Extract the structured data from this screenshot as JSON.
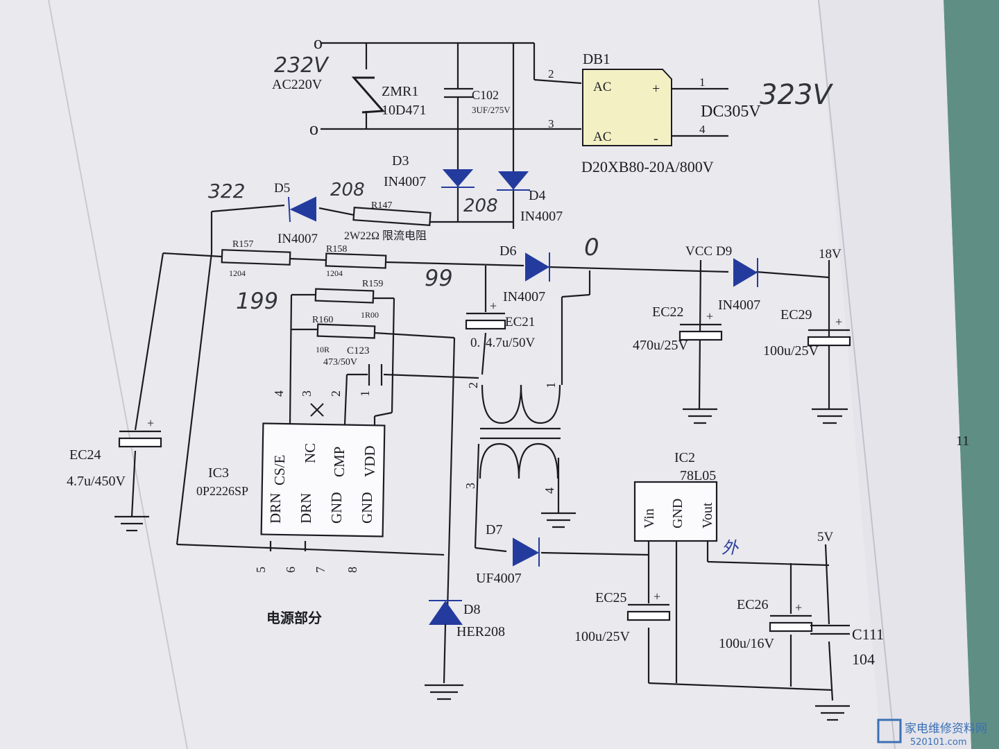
{
  "annotations": {
    "ac_voltage": "232V",
    "dc_voltage": "323V",
    "n322": "322",
    "n208a": "208",
    "n208b": "208",
    "n199": "199",
    "n99": "99",
    "n0": "0",
    "ic2_out": "外"
  },
  "input": {
    "label": "AC220V"
  },
  "zmr1": {
    "ref": "ZMR1",
    "value": "10D471"
  },
  "c102": {
    "ref": "C102",
    "value": "3UF/275V"
  },
  "db1": {
    "ref": "DB1",
    "pin1": "1",
    "pin2": "2",
    "pin3": "3",
    "pin4": "4",
    "ac_top": "AC",
    "ac_bottom": "AC",
    "plus": "+",
    "minus": "-",
    "part": "D20XB80-20A/800V",
    "output": "DC305V"
  },
  "d3": {
    "ref": "D3",
    "value": "IN4007"
  },
  "d4": {
    "ref": "D4",
    "value": "IN4007"
  },
  "d5": {
    "ref": "D5",
    "value": "IN4007"
  },
  "r147": {
    "ref": "R147",
    "value": "2W22Ω 限流电阻"
  },
  "r157": {
    "ref": "R157",
    "value": "1204"
  },
  "r158": {
    "ref": "R158",
    "value": "1204"
  },
  "r159": {
    "ref": "R159",
    "value": "1R00"
  },
  "r160": {
    "ref": "R160",
    "value": "10R"
  },
  "c123": {
    "ref": "C123",
    "value": "473/50V"
  },
  "d6": {
    "ref": "D6",
    "value": "IN4007"
  },
  "ec21": {
    "ref": "EC21",
    "value": "4.7u/50V",
    "prefix": "0."
  },
  "vcc": "VCC",
  "d9": {
    "ref": "D9",
    "value": "IN4007"
  },
  "v18": "18V",
  "ec22": {
    "ref": "EC22",
    "value": "470u/25V"
  },
  "ec29": {
    "ref": "EC29",
    "value": "100u/25V"
  },
  "ec24": {
    "ref": "EC24",
    "value": "4.7u/450V"
  },
  "ic3": {
    "ref": "IC3",
    "part": "0P2226SP",
    "top_pins": [
      "CS/E",
      "NC",
      "CMP",
      "VDD"
    ],
    "bottom_pins": [
      "DRN",
      "DRN",
      "GND",
      "GND"
    ],
    "pin_nums_top": [
      "4",
      "3",
      "2",
      "1"
    ],
    "pin_nums_bottom": [
      "5",
      "6",
      "7",
      "8"
    ]
  },
  "transformer": {
    "pin1": "1",
    "pin2": "2",
    "pin3": "3",
    "pin4": "4"
  },
  "d7": {
    "ref": "D7",
    "value": "UF4007"
  },
  "d8": {
    "ref": "D8",
    "value": "HER208"
  },
  "ic2": {
    "ref": "IC2",
    "part": "78L05",
    "pins": [
      "Vin",
      "GND",
      "Vout"
    ]
  },
  "v5": "5V",
  "ec25": {
    "ref": "EC25",
    "value": "100u/25V"
  },
  "ec26": {
    "ref": "EC26",
    "value": "100u/16V"
  },
  "c111": {
    "ref": "C111",
    "value": "104"
  },
  "section_title": "电源部分",
  "side_mark": "11",
  "watermark": {
    "cn": "家电维修资料网",
    "url": "520101.com"
  }
}
